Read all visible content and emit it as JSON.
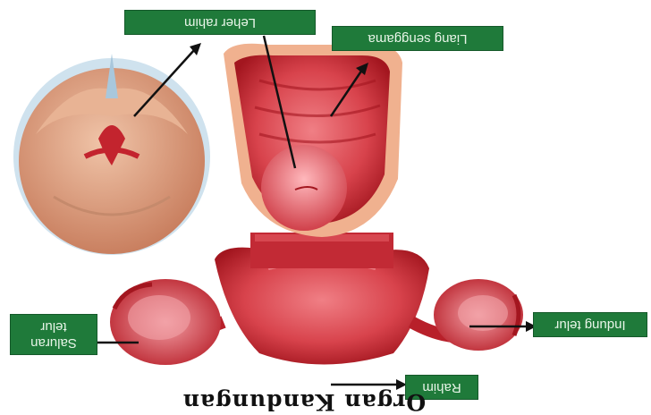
{
  "figure": {
    "title": "Organ Kandungan",
    "labels": {
      "cervix_top": "Leher rahim",
      "vaginal_wall": "Liang senggama",
      "ovary_left": "Indung telur",
      "tube_right": "Saluran\ntelur",
      "uterus": "Rahim"
    }
  },
  "colors": {
    "label_bg": "#1f7a3a",
    "label_text": "#e8f5e8",
    "tissue_dark": "#b8202a",
    "tissue_light": "#e66a70",
    "skin": "#e7a686"
  },
  "orientation": "rotated-180"
}
